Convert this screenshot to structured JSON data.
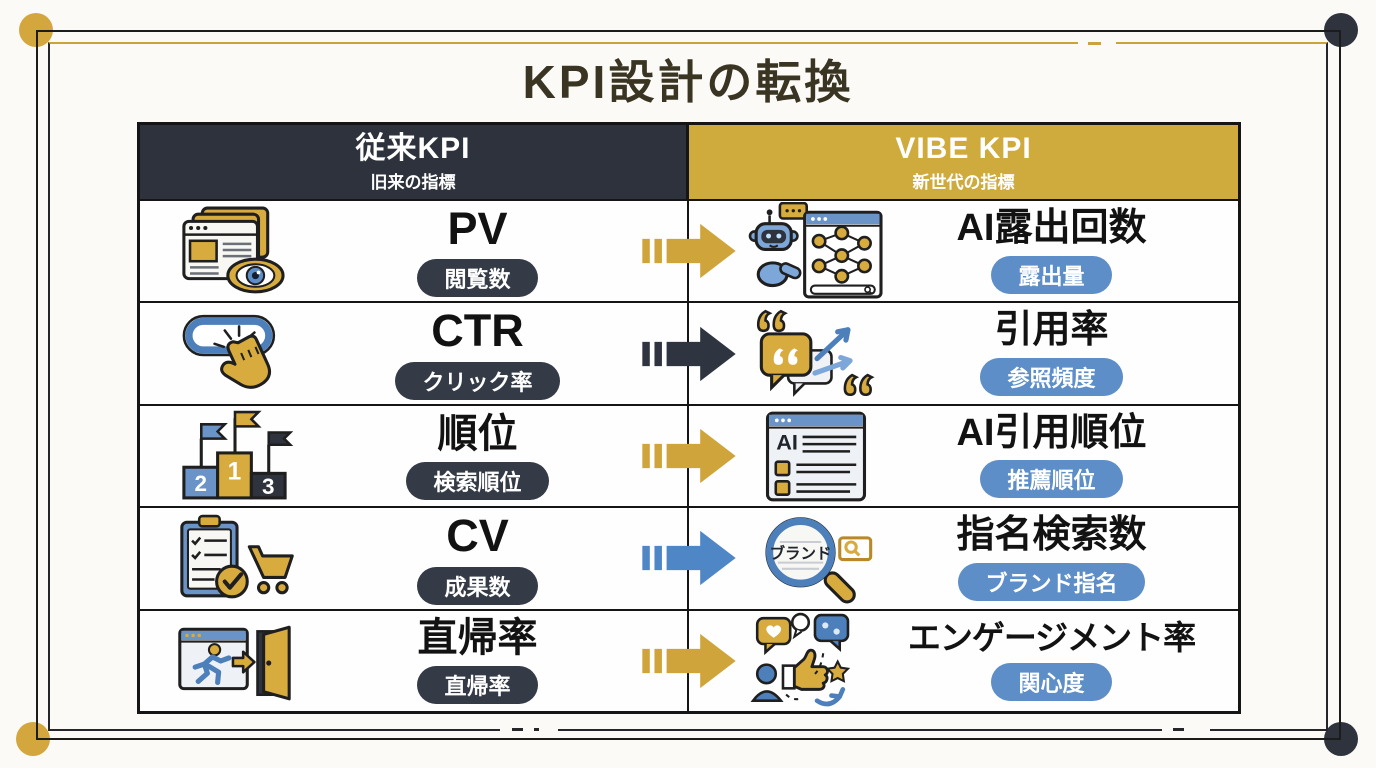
{
  "title": "KPI設計の転換",
  "colors": {
    "accent_gold": "#cfab3d",
    "header_dark": "#2e323c",
    "badge_dark": "#343a46",
    "badge_blue": "#5d8ec8",
    "frame_gold_line": "#c9a33c"
  },
  "table": {
    "header": {
      "old": {
        "title": "従来KPI",
        "subtitle": "旧来の指標"
      },
      "vibe": {
        "title": "VIBE KPI",
        "subtitle": "新世代の指標"
      }
    },
    "rows": [
      {
        "arrow_color": "#cfa53b",
        "left": {
          "icon": "pages-eye-icon",
          "label": "PV",
          "badge": "閲覧数"
        },
        "right": {
          "icon": "robot-browser-icon",
          "label": "AI露出回数",
          "badge": "露出量"
        }
      },
      {
        "arrow_color": "#2e3440",
        "left": {
          "icon": "click-icon",
          "label": "CTR",
          "badge": "クリック率"
        },
        "right": {
          "icon": "quote-arrows-icon",
          "label": "引用率",
          "badge": "参照頻度"
        }
      },
      {
        "arrow_color": "#cfa53b",
        "left": {
          "icon": "podium-icon",
          "label": "順位",
          "badge": "検索順位"
        },
        "right": {
          "icon": "ai-list-icon",
          "label": "AI引用順位",
          "badge": "推薦順位"
        }
      },
      {
        "arrow_color": "#4e86c6",
        "left": {
          "icon": "clipboard-cart-icon",
          "label": "CV",
          "badge": "成果数"
        },
        "right": {
          "icon": "brand-search-icon",
          "label": "指名検索数",
          "badge": "ブランド指名"
        }
      },
      {
        "arrow_color": "#cfa53b",
        "left": {
          "icon": "exit-door-icon",
          "label": "直帰率",
          "badge": "直帰率"
        },
        "right": {
          "icon": "engagement-icon",
          "label": "エンゲージメント率",
          "badge": "関心度"
        }
      }
    ]
  },
  "icon_texts": {
    "podium_ranks": [
      "2",
      "1",
      "3"
    ],
    "ai_label": "AI",
    "brand_label": "ブランド"
  }
}
